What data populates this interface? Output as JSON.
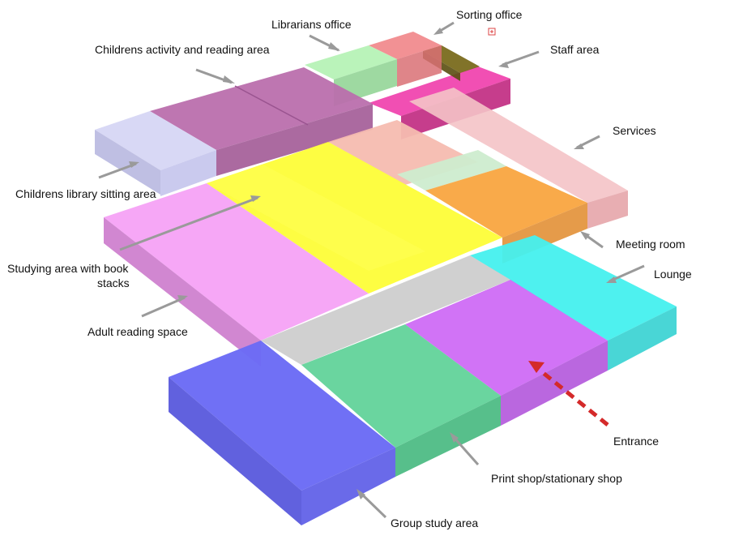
{
  "labels": {
    "librarians_office": "Librarians office",
    "sorting_office": "Sorting office",
    "childrens_activity": "Childrens activity and reading area",
    "staff_area": "Staff area",
    "services": "Services",
    "childrens_library_sitting": "Childrens library sitting area",
    "meeting_room": "Meeting room",
    "studying_area_line1": "Studying area with book",
    "studying_area_line2": "stacks",
    "lounge": "Lounge",
    "adult_reading": "Adult reading space",
    "entrance": "Entrance",
    "print_shop": "Print shop/stationary shop",
    "group_study": "Group study area"
  },
  "colors": {
    "group_study": "#6b6bf5",
    "print_shop": "#62d39a",
    "entrance_zone": "#cf6cf5",
    "lounge": "#45f0ee",
    "corridor": "#cfcfcf",
    "adult_reading": "#f6a2f6",
    "studying_area": "#fdfd3c",
    "meeting_room": "#f9a540",
    "services": "#f4c3c7",
    "childrens_activity": "#bb6fad",
    "childrens_sitting": "#d6d6f4",
    "librarians_office": "#b6f2b6",
    "sorting_office": "#f18b8e",
    "staff_area": "#f040ac",
    "staff_dark": "#7a6b1e",
    "arrow": "#9a9a9a",
    "entrance_arrow": "#d42a2a"
  },
  "icons": {
    "sorting_marker": "plus-box-icon"
  }
}
